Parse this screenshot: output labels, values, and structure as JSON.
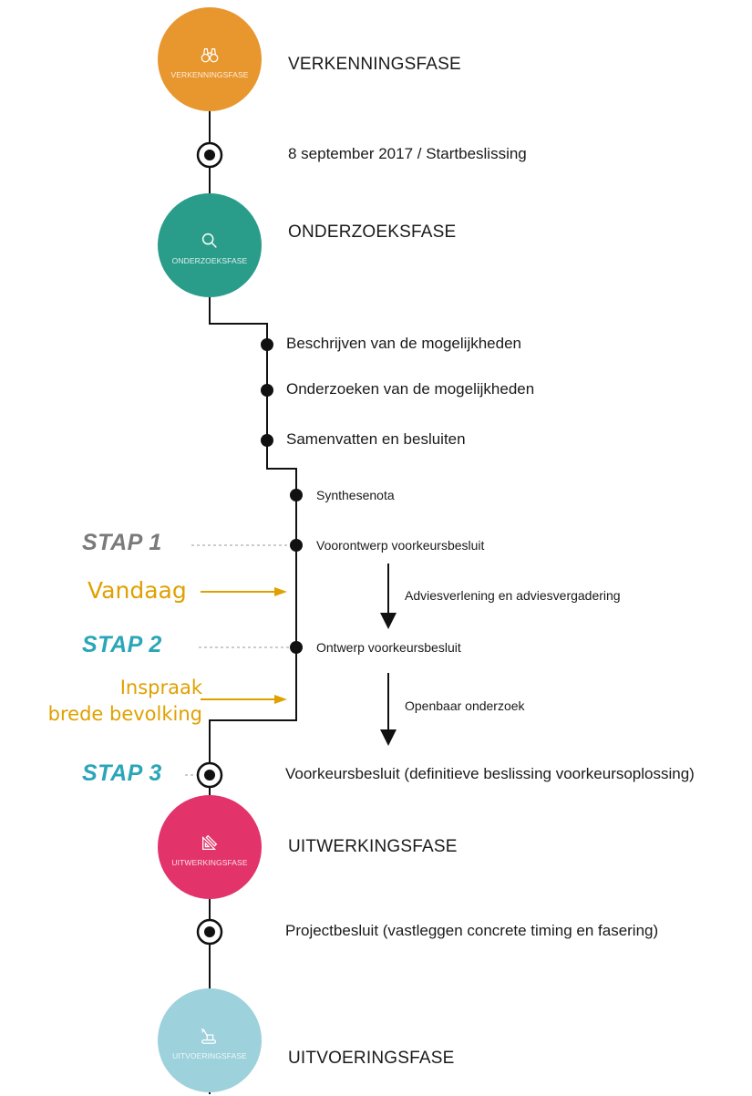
{
  "colors": {
    "verkenning": "#E8962E",
    "onderzoek": "#2A9D8A",
    "uitwerking": "#E2336B",
    "uitvoering": "#9DD1DC",
    "stap_grey": "#7A7A7A",
    "stap_teal": "#2AA6B8",
    "annotation_orange": "#E0A000",
    "line": "#111111"
  },
  "phases": {
    "verkenning": {
      "title": "VERKENNINGSFASE",
      "circle_label": "VERKENNINGSFASE",
      "icon": "binoculars-icon"
    },
    "onderzoek": {
      "title": "ONDERZOEKSFASE",
      "circle_label": "ONDERZOEKSFASE",
      "icon": "magnifier-icon"
    },
    "uitwerking": {
      "title": "UITWERKINGSFASE",
      "circle_label": "UITWERKINGSFASE",
      "icon": "drafting-tools-icon"
    },
    "uitvoering": {
      "title": "UITVOERINGSFASE",
      "circle_label": "UITVOERINGSFASE",
      "icon": "excavator-icon"
    }
  },
  "milestones": {
    "startbeslissing": "8 september 2017 / Startbeslissing",
    "voorkeursbesluit": "Voorkeursbesluit (definitieve beslissing voorkeursoplossing)",
    "projectbesluit": "Projectbesluit (vastleggen concrete timing en fasering)"
  },
  "research_steps": [
    "Beschrijven van de mogelijkheden",
    "Onderzoeken van de mogelijkheden",
    "Samenvatten en besluiten"
  ],
  "procedure_steps": {
    "synthesenota": "Synthesenota",
    "voorontwerp": "Voorontwerp voorkeursbesluit",
    "advies": "Adviesverlening en adviesvergadering",
    "ontwerp": "Ontwerp voorkeursbesluit",
    "openbaar": "Openbaar onderzoek"
  },
  "stappen": {
    "stap1": "STAP 1",
    "stap2": "STAP 2",
    "stap3": "STAP 3"
  },
  "annotations": {
    "vandaag": "Vandaag",
    "inspraak_line1": "Inspraak",
    "inspraak_line2": "brede bevolking"
  }
}
